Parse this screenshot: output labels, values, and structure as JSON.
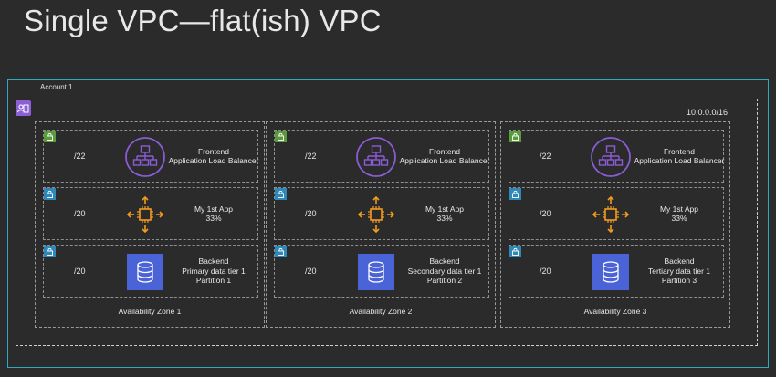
{
  "title": "Single VPC—flat(ish) VPC",
  "account": {
    "label": "Account 1"
  },
  "vpc": {
    "cidr": "10.0.0.0/16"
  },
  "icons": {
    "account": "account-group-icon",
    "public_subnet": "lock-icon-green",
    "private_subnet": "lock-icon-blue",
    "alb": "application-load-balancer-icon",
    "app": "compute-chip-icon",
    "db": "database-icon"
  },
  "colors": {
    "account_border": "#2fa9c6",
    "account_icon": "#8b5fd6",
    "public_subnet": "#5a9a3c",
    "private_subnet": "#2f88b8",
    "alb_icon": "#8a5cd6",
    "app_icon": "#f29b1d",
    "db_icon": "#4a63d6"
  },
  "zones": [
    {
      "label": "Availability Zone 1",
      "subnets": [
        {
          "mask": "/22",
          "lines": [
            "Frontend",
            "Application Load Balancer"
          ]
        },
        {
          "mask": "/20",
          "lines": [
            "My 1st App",
            "33%"
          ]
        },
        {
          "mask": "/20",
          "lines": [
            "Backend",
            "Primary data tier 1",
            "Partition 1"
          ]
        }
      ]
    },
    {
      "label": "Availability Zone 2",
      "subnets": [
        {
          "mask": "/22",
          "lines": [
            "Frontend",
            "Application Load Balancer"
          ]
        },
        {
          "mask": "/20",
          "lines": [
            "My 1st App",
            "33%"
          ]
        },
        {
          "mask": "/20",
          "lines": [
            "Backend",
            "Secondary data tier 1",
            "Partition 2"
          ]
        }
      ]
    },
    {
      "label": "Availability Zone 3",
      "subnets": [
        {
          "mask": "/22",
          "lines": [
            "Frontend",
            "Application Load Balancer"
          ]
        },
        {
          "mask": "/20",
          "lines": [
            "My 1st App",
            "33%"
          ]
        },
        {
          "mask": "/20",
          "lines": [
            "Backend",
            "Tertiary data tier 1",
            "Partition 3"
          ]
        }
      ]
    }
  ]
}
